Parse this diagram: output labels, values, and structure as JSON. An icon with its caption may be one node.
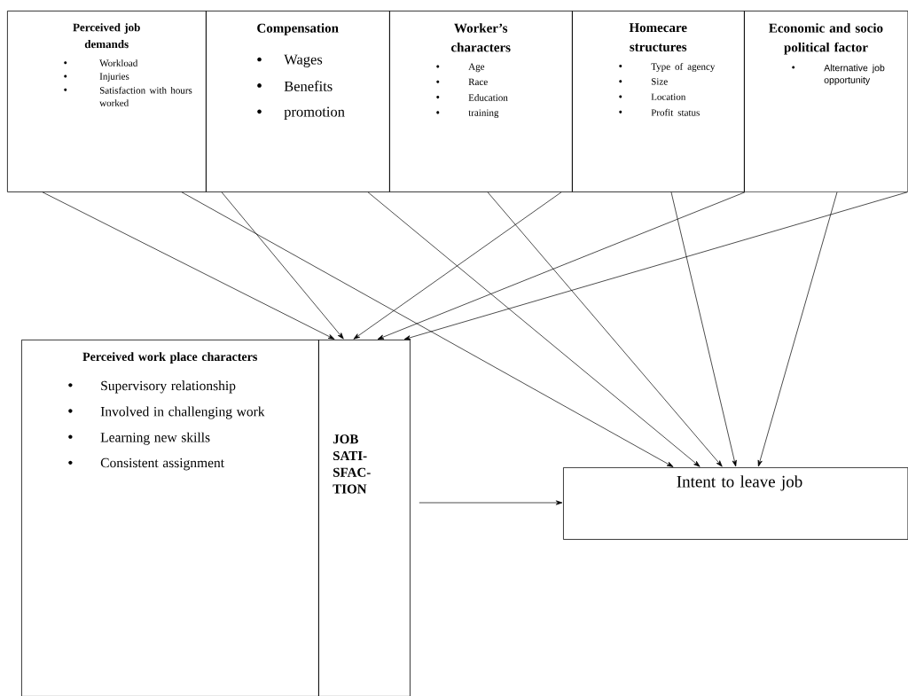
{
  "diagram": {
    "nodes": [
      {
        "text": [
          "Perceived job demands",
          "Workload",
          "Injuries",
          "Satisfaction with hours worked"
        ]
      },
      {
        "text": [
          "Compensation",
          "Wages",
          "Benefits",
          "promotion"
        ]
      },
      {
        "text": [
          "Worker’s characters",
          "Age",
          "Race",
          "Education",
          "training"
        ]
      },
      {
        "text": [
          "Homecare structures",
          "Type of agency",
          "Size",
          "Location",
          "Profit status"
        ]
      },
      {
        "text": [
          "Economic and socio political factor",
          "Alternative job opportunity"
        ]
      },
      {
        "text": [
          "Perceived work place characters",
          "Supervisory relationship",
          "Involved in challenging work",
          "Learning new skills",
          "Consistent assignment"
        ]
      },
      {
        "text": [
          "JOB SATI-SFAC-TION"
        ]
      },
      {
        "text": [
          "Intent to leave job"
        ]
      }
    ],
    "edges": [
      {
        "from": 0,
        "to": 6,
        "arrow": "to"
      },
      {
        "from": 0,
        "to": 7,
        "arrow": "to"
      },
      {
        "from": 1,
        "to": 6,
        "arrow": "to"
      },
      {
        "from": 1,
        "to": 7,
        "arrow": "to"
      },
      {
        "from": 2,
        "to": 7,
        "arrow": "to"
      },
      {
        "from": 2,
        "to": 6,
        "arrow": "to"
      },
      {
        "from": 3,
        "to": 7,
        "arrow": "to"
      },
      {
        "from": 3,
        "to": 6,
        "arrow": "to"
      },
      {
        "from": 4,
        "to": 7,
        "arrow": "to"
      },
      {
        "from": 4,
        "to": 6,
        "arrow": "to"
      },
      {
        "from": 6,
        "to": 7,
        "arrow": "to"
      }
    ]
  }
}
